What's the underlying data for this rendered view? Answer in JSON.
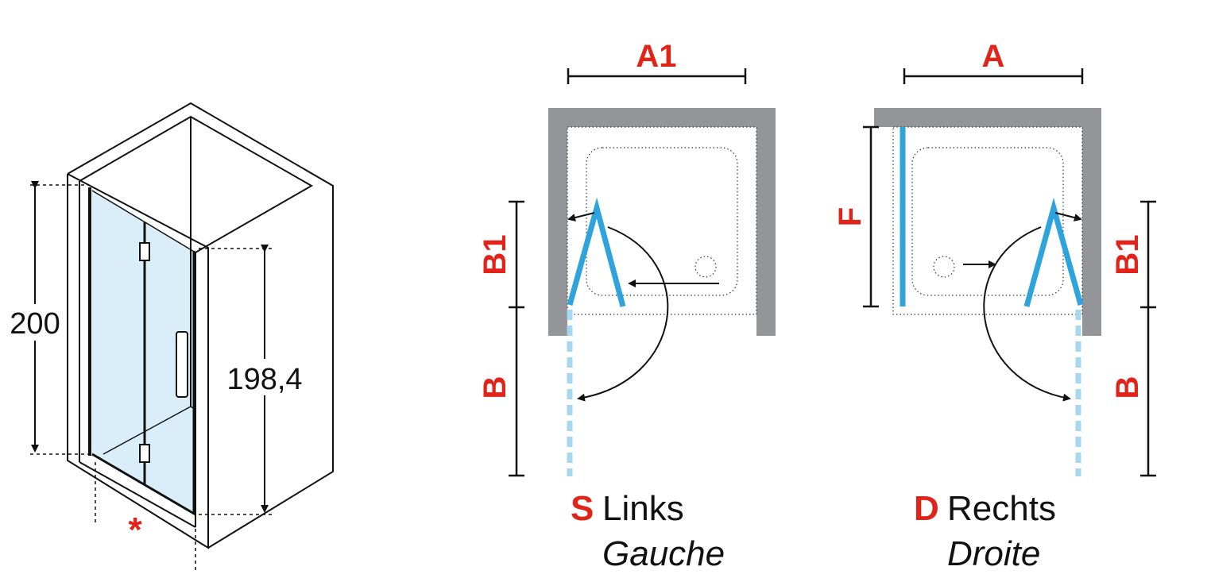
{
  "enclosure_3d": {
    "height_total": "200",
    "height_door": "198,4",
    "asterisk": "*"
  },
  "plan_left": {
    "width_label": "A1",
    "side_label_upper": "B1",
    "side_label_lower": "B",
    "orientation_code": "S",
    "orientation_de": "Links",
    "orientation_fr": "Gauche"
  },
  "plan_right": {
    "width_label": "A",
    "side_label_fixed": "F",
    "side_label_upper": "B1",
    "side_label_lower": "B",
    "orientation_code": "D",
    "orientation_de": "Rechts",
    "orientation_fr": "Droite"
  },
  "colors": {
    "wall": "#939598",
    "glass": "#2ea3dc",
    "glass_open": "#a6d8f0",
    "glass_fill": "#d9eef9",
    "accent": "#e2231a",
    "line": "#111111"
  }
}
